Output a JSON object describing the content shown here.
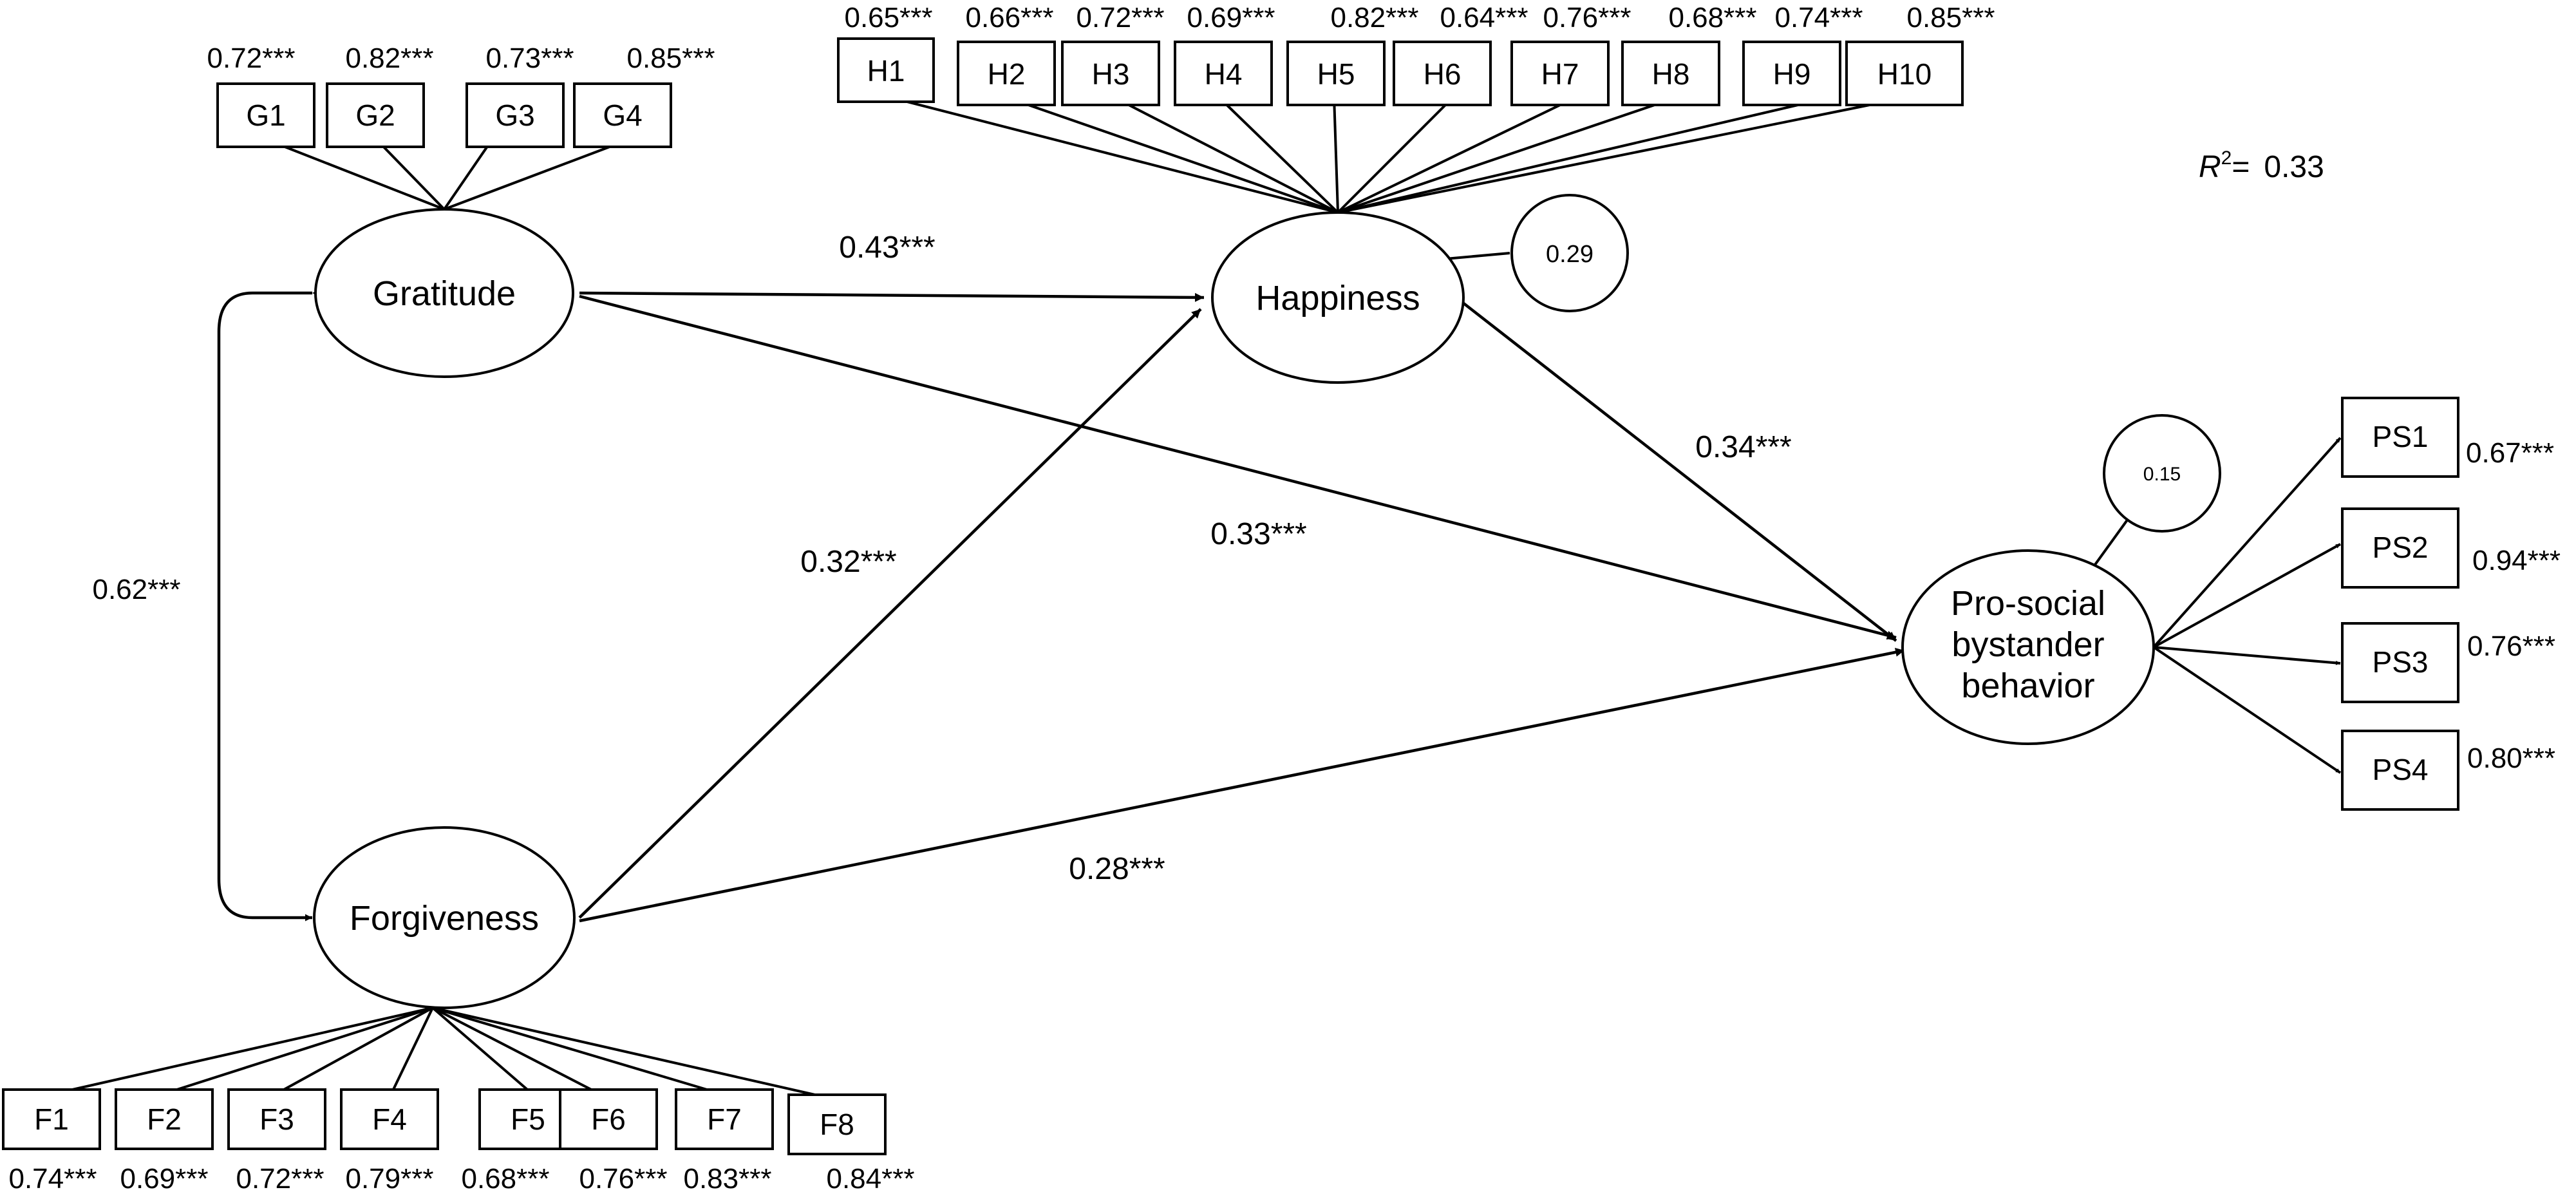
{
  "latents": {
    "gratitude": "Gratitude",
    "happiness": "Happiness",
    "forgiveness": "Forgiveness",
    "prosocial": [
      "Pro-social",
      "bystander",
      "behavior"
    ]
  },
  "indicators": {
    "gratitude": [
      {
        "label": "G1",
        "loading": "0.72***"
      },
      {
        "label": "G2",
        "loading": "0.82***"
      },
      {
        "label": "G3",
        "loading": "0.73***"
      },
      {
        "label": "G4",
        "loading": "0.85***"
      }
    ],
    "happiness": [
      {
        "label": "H1",
        "loading": "0.65***"
      },
      {
        "label": "H2",
        "loading": "0.66***"
      },
      {
        "label": "H3",
        "loading": "0.72***"
      },
      {
        "label": "H4",
        "loading": "0.69***"
      },
      {
        "label": "H5",
        "loading": "0.82***"
      },
      {
        "label": "H6",
        "loading": "0.64***"
      },
      {
        "label": "H7",
        "loading": "0.76***"
      },
      {
        "label": "H8",
        "loading": "0.68***"
      },
      {
        "label": "H9",
        "loading": "0.74***"
      },
      {
        "label": "H10",
        "loading": "0.85***"
      }
    ],
    "forgiveness": [
      {
        "label": "F1",
        "loading": "0.74***"
      },
      {
        "label": "F2",
        "loading": "0.69***"
      },
      {
        "label": "F3",
        "loading": "0.72***"
      },
      {
        "label": "F4",
        "loading": "0.79***"
      },
      {
        "label": "F5",
        "loading": "0.68***"
      },
      {
        "label": "F6",
        "loading": "0.76***"
      },
      {
        "label": "F7",
        "loading": "0.83***"
      },
      {
        "label": "F8",
        "loading": "0.84***"
      }
    ],
    "prosocial": [
      {
        "label": "PS1",
        "loading": "0.67***"
      },
      {
        "label": "PS2",
        "loading": "0.94***"
      },
      {
        "label": "PS3",
        "loading": "0.76***"
      },
      {
        "label": "PS4",
        "loading": "0.80***"
      }
    ]
  },
  "paths": {
    "gratitude_to_happiness": "0.43***",
    "gratitude_to_prosocial": "0.33***",
    "forgiveness_to_happiness": "0.32***",
    "forgiveness_to_prosocial": "0.28***",
    "happiness_to_prosocial": "0.34***",
    "gratitude_forgiveness_covariance": "0.62***"
  },
  "residuals": {
    "happiness": "0.29",
    "prosocial": "0.15"
  },
  "r_squared": {
    "symbol": "R",
    "superscript": "2",
    "equals": "=",
    "value": "0.33"
  }
}
